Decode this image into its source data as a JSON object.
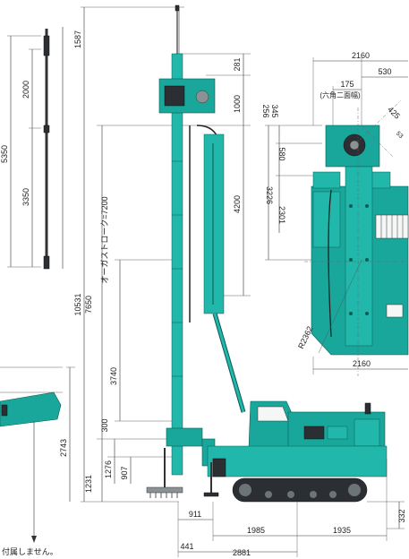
{
  "left_rod": {
    "total": "5350",
    "upper": "2000",
    "lower": "3350"
  },
  "mast_side": {
    "top": "1587",
    "head_gap": "281",
    "head": "1000",
    "stroke_upper": "4200",
    "overall": "10531",
    "height_with_rod": "7650",
    "auger_stroke": "オーガストローク=7200",
    "lower_span": "3740",
    "s300": "300",
    "s1276": "1276",
    "s907": "907",
    "s1231": "1231",
    "s2743": "2743",
    "s911": "911",
    "s1985": "1985",
    "s1935": "1935",
    "s441": "441",
    "s2881": "2881",
    "s332": "332"
  },
  "top_view": {
    "width": "2160",
    "w530": "530",
    "w175": "175",
    "hex_note": "(六角二面幅)",
    "h345": "345",
    "h256": "256",
    "h580": "580",
    "h3226": "3226",
    "h2301": "2301",
    "angle": "425",
    "radius": "R2362",
    "bottom_width": "2160"
  },
  "footnote": "付属しません。",
  "colors": {
    "machine": "#1aa79b",
    "outline": "#0d5a55",
    "track": "#2b2f33"
  }
}
